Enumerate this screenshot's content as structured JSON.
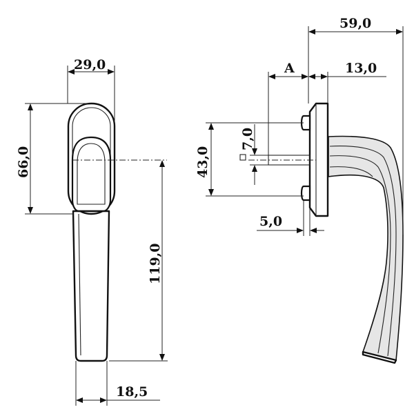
{
  "dimensions": {
    "front_width": "29,0",
    "rosette_height": "66,0",
    "handle_length": "119,0",
    "grip_width": "18,5",
    "total_depth": "59,0",
    "spindle_offset_label": "A",
    "rosette_depth": "13,0",
    "fixing_distance": "43,0",
    "spindle_square": "7,0",
    "rosette_base": "5,0"
  },
  "colors": {
    "line": "#111111",
    "background": "#ffffff"
  }
}
